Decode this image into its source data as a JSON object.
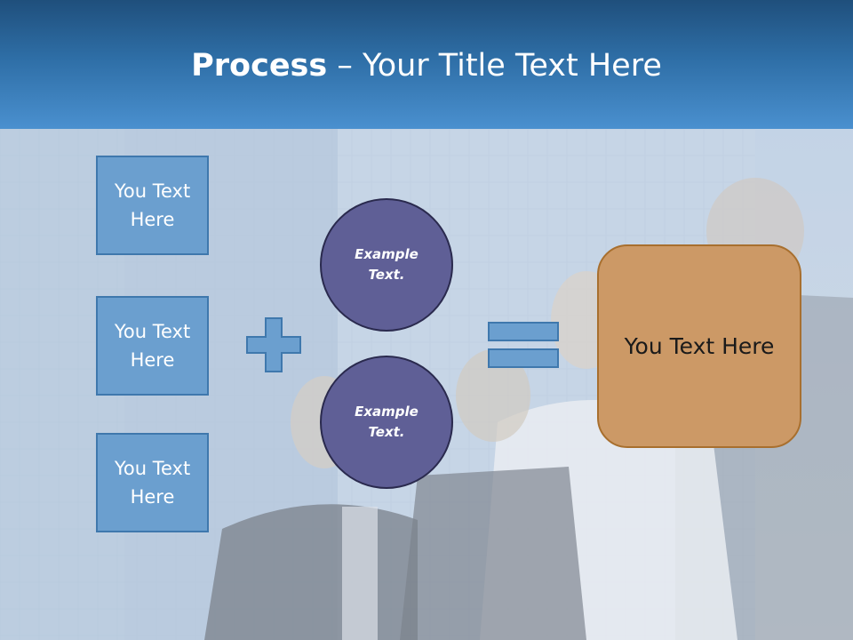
{
  "slide": {
    "title_bold": "Process",
    "title_rest": " – Your Title Text Here",
    "input_boxes": [
      "You Text Here",
      "You Text Here",
      "You Text Here"
    ],
    "circles": [
      "Example Text.",
      "Example Text."
    ],
    "result_box": "You Text Here"
  },
  "colors": {
    "header_top": "#1f4f7c",
    "header_bottom": "#4a90cf",
    "box_fill": "#6b9fcf",
    "circle_fill": "#5f5f96",
    "result_fill": "#cc9966"
  },
  "icons": {
    "plus": "plus-icon",
    "equals": "equals-icon"
  }
}
